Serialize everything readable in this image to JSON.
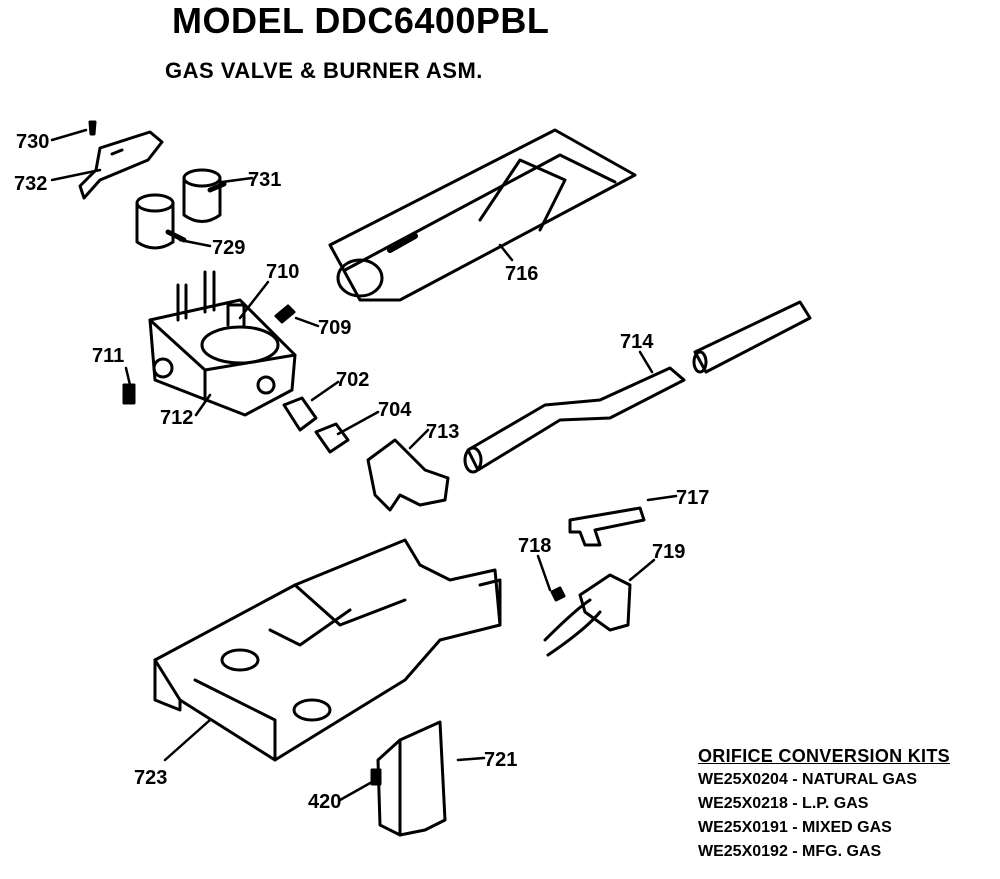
{
  "header": {
    "title": "MODEL DDC6400PBL",
    "subtitle": "GAS VALVE & BURNER ASM."
  },
  "parts": {
    "p730": "730",
    "p732": "732",
    "p731": "731",
    "p729": "729",
    "p710": "710",
    "p709": "709",
    "p711": "711",
    "p712": "712",
    "p702": "702",
    "p704": "704",
    "p713": "713",
    "p716": "716",
    "p714": "714",
    "p717": "717",
    "p718": "718",
    "p719": "719",
    "p723": "723",
    "p721": "721",
    "p420": "420"
  },
  "kits": {
    "heading": "ORIFICE CONVERSION KITS",
    "items": [
      "WE25X0204 - NATURAL GAS",
      "WE25X0218 - L.P. GAS",
      "WE25X0191 - MIXED GAS",
      "WE25X0192 - MFG. GAS"
    ]
  }
}
